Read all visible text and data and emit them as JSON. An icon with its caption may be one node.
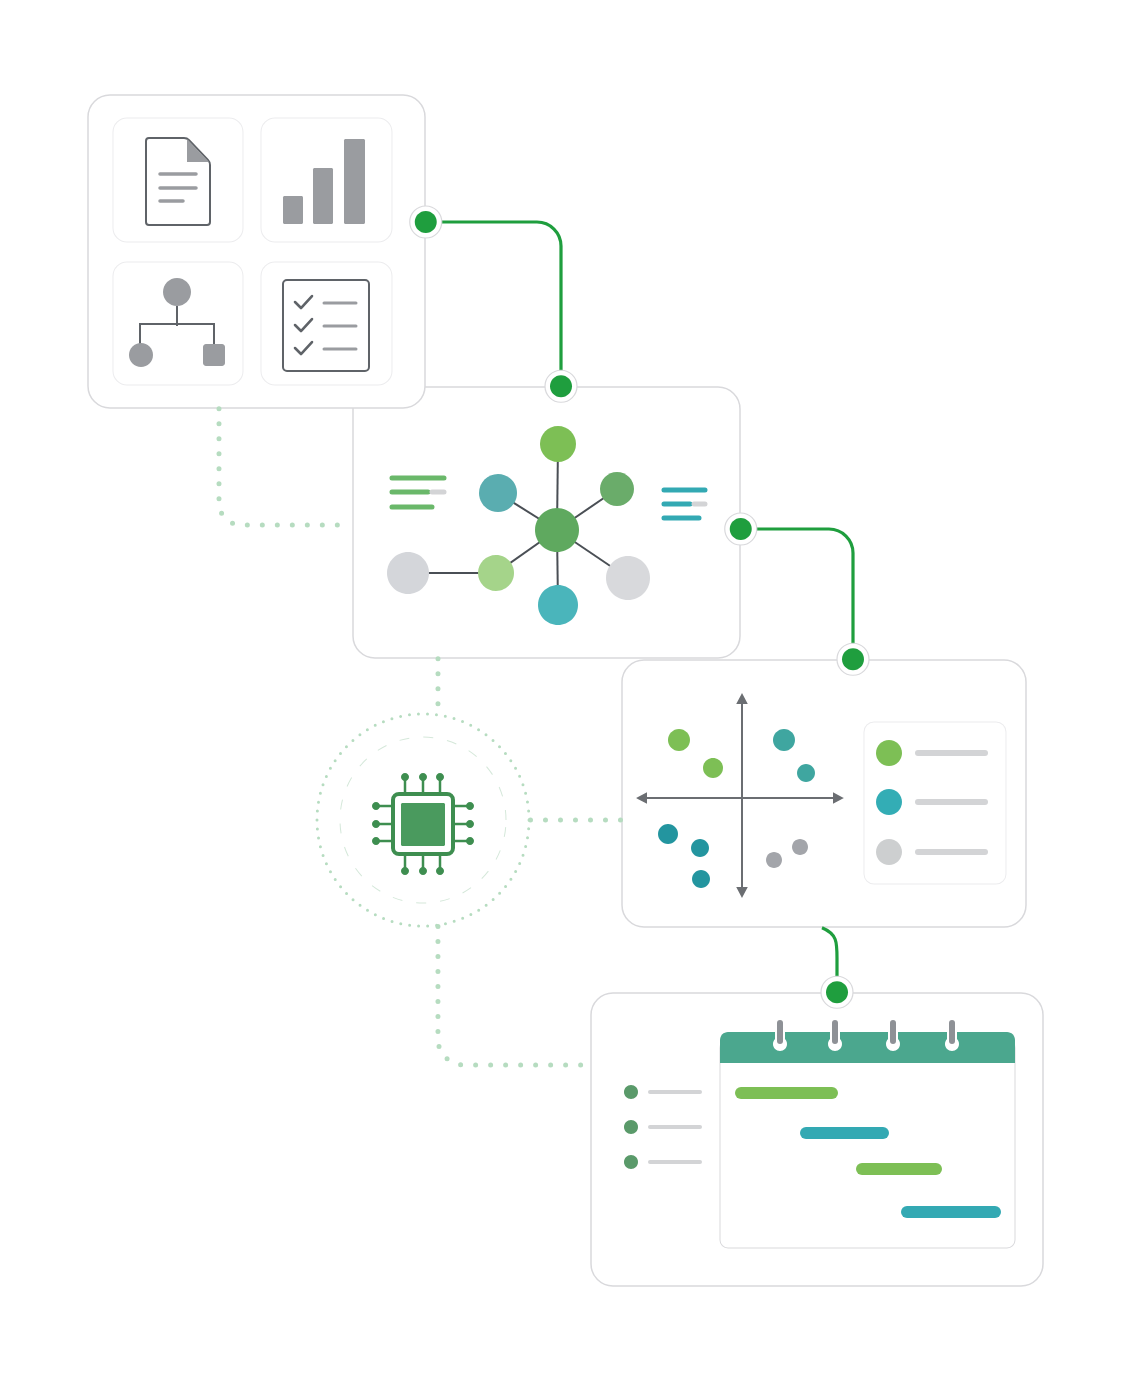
{
  "diagram": {
    "nodes": [
      {
        "text": [],
        "shape": "box"
      },
      {
        "text": [],
        "shape": "box"
      },
      {
        "text": [],
        "shape": "circle"
      },
      {
        "text": [],
        "shape": "box"
      },
      {
        "text": [],
        "shape": "box"
      }
    ],
    "edges": [
      {
        "from": 0,
        "to": 1,
        "arrow": "other",
        "color": "#1f9e3e"
      },
      {
        "from": 1,
        "to": 3,
        "arrow": "other",
        "color": "#1f9e3e"
      },
      {
        "from": 3,
        "to": 4,
        "arrow": "other",
        "color": "#1f9e3e"
      },
      {
        "from": 0,
        "to": 1,
        "arrow": "none",
        "style": "dashed"
      },
      {
        "from": 1,
        "to": 2,
        "arrow": "none",
        "style": "dashed"
      },
      {
        "from": 2,
        "to": 3,
        "arrow": "none",
        "style": "dashed"
      },
      {
        "from": 2,
        "to": 4,
        "arrow": "none",
        "style": "dashed"
      }
    ]
  }
}
